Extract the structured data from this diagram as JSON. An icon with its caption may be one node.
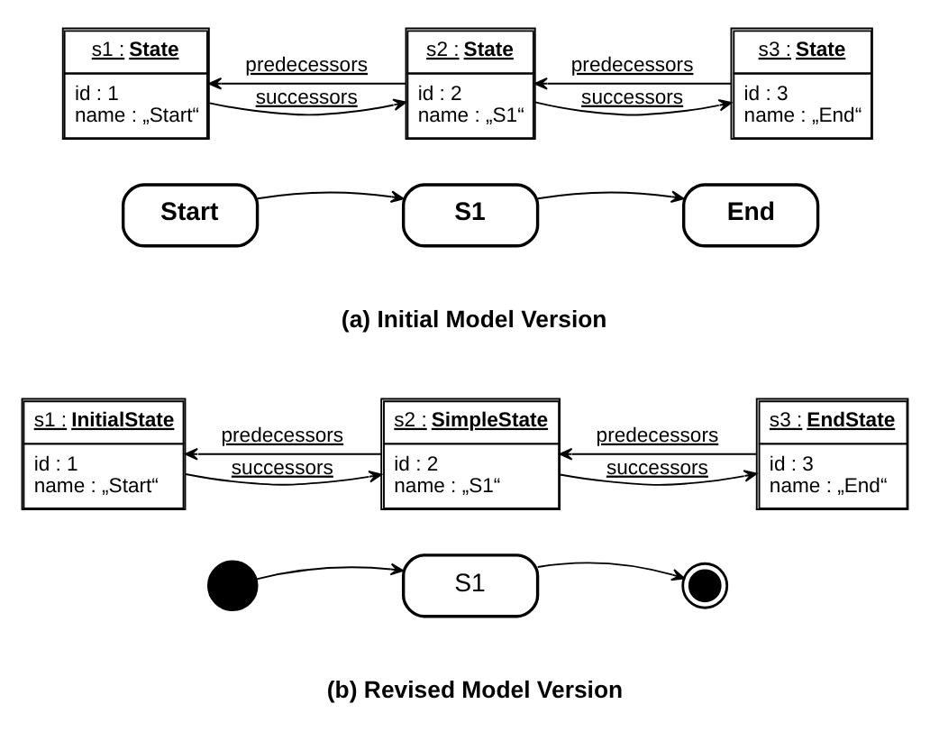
{
  "diagram": {
    "nodes": [
      {
        "text": [
          "s1 : **State**",
          "id : 1",
          "name : „Start“"
        ]
      },
      {
        "text": [
          "s2 : **State**",
          "id : 2",
          "name : „S1“"
        ]
      },
      {
        "text": [
          "s3 : **State**",
          "id : 3",
          "name : „End“"
        ]
      },
      {
        "text": [
          "Start"
        ]
      },
      {
        "text": [
          "S1"
        ]
      },
      {
        "text": [
          "End"
        ]
      },
      {
        "text": [
          "s1 : **InitialState**",
          "id : 1",
          "name : „Start“"
        ]
      },
      {
        "text": [
          "s2 : **SimpleState**",
          "id : 2",
          "name : „S1“"
        ]
      },
      {
        "text": [
          "s3 : **EndState**",
          "id : 3",
          "name : „End“"
        ]
      },
      {
        "text": [],
        "shape": "circle"
      },
      {
        "text": [
          "S1"
        ]
      },
      {
        "text": [],
        "shape": "doublecircle"
      }
    ],
    "edges": [
      {
        "from": 1,
        "to": 0,
        "arrow": "to",
        "label": "predecessors"
      },
      {
        "from": 2,
        "to": 1,
        "arrow": "to",
        "label": "predecessors"
      },
      {
        "from": 0,
        "to": 1,
        "arrow": "to",
        "label": "successors"
      },
      {
        "from": 1,
        "to": 2,
        "arrow": "to",
        "label": "successors"
      },
      {
        "from": 3,
        "to": 4,
        "arrow": "to"
      },
      {
        "from": 4,
        "to": 5,
        "arrow": "to"
      },
      {
        "from": 7,
        "to": 6,
        "arrow": "to",
        "label": "predecessors"
      },
      {
        "from": 8,
        "to": 7,
        "arrow": "to",
        "label": "predecessors"
      },
      {
        "from": 6,
        "to": 7,
        "arrow": "to",
        "label": "successors"
      },
      {
        "from": 7,
        "to": 8,
        "arrow": "to",
        "label": "successors"
      },
      {
        "from": 9,
        "to": 10,
        "arrow": "to"
      },
      {
        "from": 10,
        "to": 11,
        "arrow": "to"
      }
    ],
    "labels": [
      "(a) Initial Model Version",
      "(b) Revised Model Version"
    ]
  }
}
